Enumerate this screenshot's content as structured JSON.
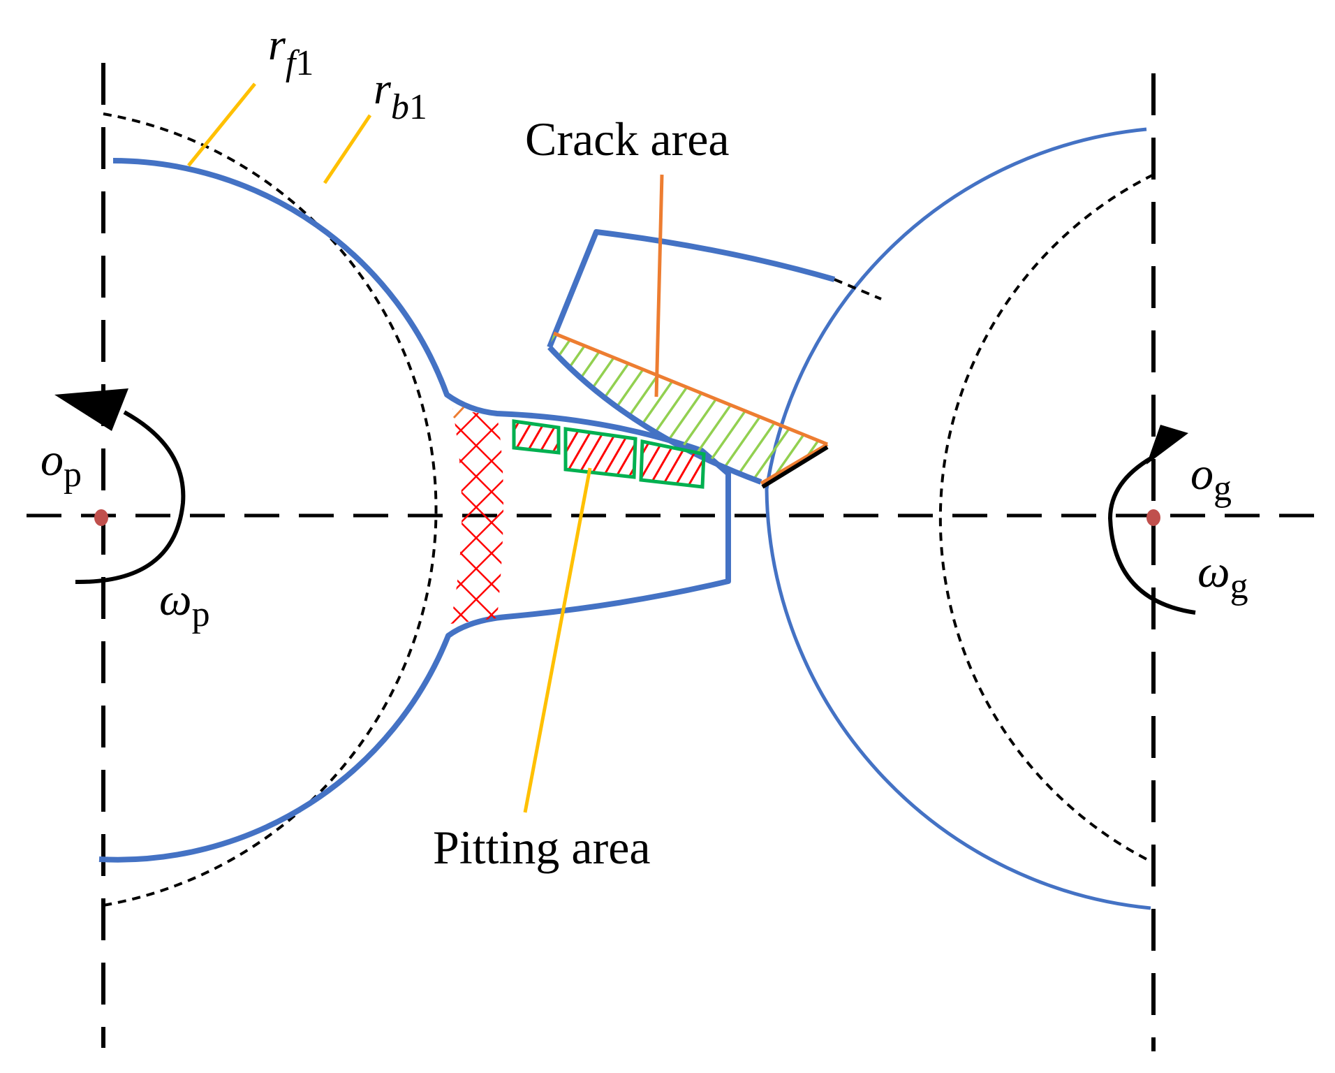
{
  "labels": {
    "r_f1": {
      "main": "r",
      "sub": "f1"
    },
    "r_b1": {
      "main": "r",
      "sub": "b1"
    },
    "o_p": {
      "main": "o",
      "sub": "p"
    },
    "omega_p": {
      "main": "ω",
      "sub": "p"
    },
    "o_g": {
      "main": "o",
      "sub": "g"
    },
    "omega_g": {
      "main": "ω",
      "sub": "g"
    },
    "crack_area": "Crack area",
    "pitting_area": "Pitting area"
  },
  "colors": {
    "gear_outline": "#4472c4",
    "dashed_axis": "#000000",
    "leader_yellow": "#ffc000",
    "leader_orange": "#ed7d31",
    "crack_hatch": "#92d050",
    "pitting_fill": "#ff0000",
    "pitting_box": "#00b050",
    "center_dot": "#c0504d"
  }
}
